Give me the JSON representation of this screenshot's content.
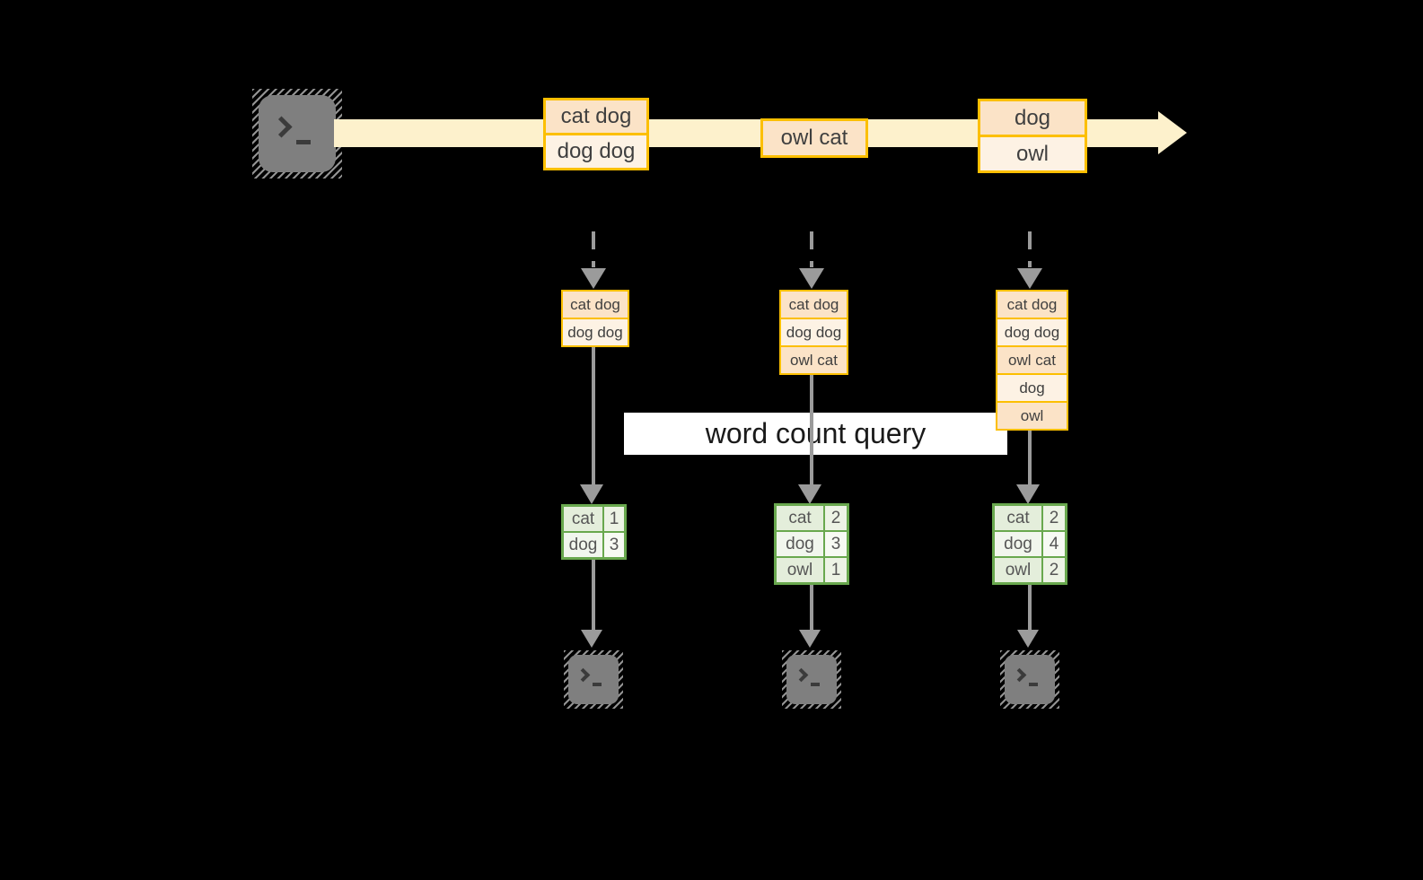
{
  "query_label": "word count query",
  "stream": {
    "messages": [
      {
        "lines": [
          "cat dog",
          "dog dog"
        ]
      },
      {
        "lines": [
          "owl cat"
        ]
      },
      {
        "lines": [
          "dog",
          "owl"
        ]
      }
    ]
  },
  "columns": [
    {
      "buffer": [
        "cat dog",
        "dog dog"
      ],
      "counts": [
        {
          "word": "cat",
          "count": "1"
        },
        {
          "word": "dog",
          "count": "3"
        }
      ]
    },
    {
      "buffer": [
        "cat dog",
        "dog dog",
        "owl cat"
      ],
      "counts": [
        {
          "word": "cat",
          "count": "2"
        },
        {
          "word": "dog",
          "count": "3"
        },
        {
          "word": "owl",
          "count": "1"
        }
      ]
    },
    {
      "buffer": [
        "cat dog",
        "dog dog",
        "owl cat",
        "dog",
        "owl"
      ],
      "counts": [
        {
          "word": "cat",
          "count": "2"
        },
        {
          "word": "dog",
          "count": "4"
        },
        {
          "word": "owl",
          "count": "2"
        }
      ]
    }
  ],
  "icons": {
    "source": "terminal-icon",
    "sinks": [
      "terminal-icon",
      "terminal-icon",
      "terminal-icon"
    ],
    "stream_arrow": "right-arrow-icon",
    "flow_arrow": "down-arrow-icon"
  },
  "colors": {
    "background": "#000000",
    "stream_band": "#fdf1cc",
    "box_border": "#fcbf00",
    "box_fill_dark": "#fbe3c7",
    "box_fill_light": "#fdf2e4",
    "table_border": "#69a84e",
    "cell_fill_dark": "#e4eedb",
    "cell_fill_light": "#f1f6ed",
    "cell_num_dark": "#edf3e5",
    "cell_num_light": "#f7faf3",
    "arrow_gray": "#9b9b9b",
    "terminal_gray": "#7f7f7f",
    "text_dark": "#3f3f3f",
    "banner_bg": "#ffffff",
    "banner_text": "#1a1a1a"
  }
}
